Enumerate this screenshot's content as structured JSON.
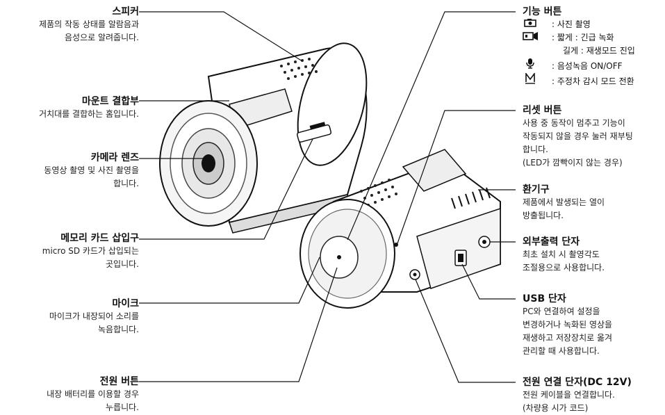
{
  "callouts": {
    "speaker": {
      "title": "스피커",
      "desc": [
        "제품의 작동 상태를 알람음과",
        "음성으로 알려줍니다."
      ]
    },
    "mount": {
      "title": "마운트 결합부",
      "desc": [
        "거치대를 결합하는 홈입니다."
      ]
    },
    "lens": {
      "title": "카메라 렌즈",
      "desc": [
        "동영상 촬영 및 사진 촬영을",
        "합니다."
      ]
    },
    "memory": {
      "title": "메모리 카드 삽입구",
      "desc": [
        "micro SD 카드가 삽입되는",
        "곳입니다."
      ]
    },
    "mic": {
      "title": "마이크",
      "desc": [
        "마이크가 내장되어 소리를",
        "녹음합니다."
      ]
    },
    "power_button": {
      "title": "전원 버튼",
      "desc": [
        "내장 배터리를 이용할 경우",
        "누릅니다."
      ]
    },
    "function_button": {
      "title": "기능 버튼",
      "rows": [
        {
          "icon": "camera-icon",
          "text": ": 사진 촬영"
        },
        {
          "icon": "video-icon",
          "text": ": 짧게 : 긴급 녹화"
        },
        {
          "icon": "",
          "text": "길게 : 재생모드 진입"
        },
        {
          "icon": "mic-icon",
          "text": ": 음성녹음 ON/OFF"
        },
        {
          "icon": "m-icon",
          "text": ": 주정차 감시 모드 전환"
        }
      ]
    },
    "reset": {
      "title": "리셋 버튼",
      "desc": [
        "사용 중 동작이 멈추고 기능이",
        "작동되지 않을 경우 눌러 재부팅",
        "합니다.",
        "(LED가 깜빡이지 않는 경우)"
      ]
    },
    "vent": {
      "title": "환기구",
      "desc": [
        "제품에서 발생되는 열이",
        "방출됩니다."
      ]
    },
    "ext_output": {
      "title": "외부출력 단자",
      "desc": [
        "최초 설치 시 촬영각도",
        "조절용으로 사용합니다."
      ]
    },
    "usb": {
      "title": "USB 단자",
      "desc": [
        "PC와 연결하여 설정을",
        "변경하거나 녹화된 영상을",
        "재생하고 저장장치로 옮겨",
        "관리할 때 사용합니다."
      ]
    },
    "power_conn": {
      "title": "전원 연결 단자(DC 12V)",
      "desc": [
        "전원 케이블을 연결합니다.",
        "(차량용 시가 코드)"
      ]
    }
  }
}
